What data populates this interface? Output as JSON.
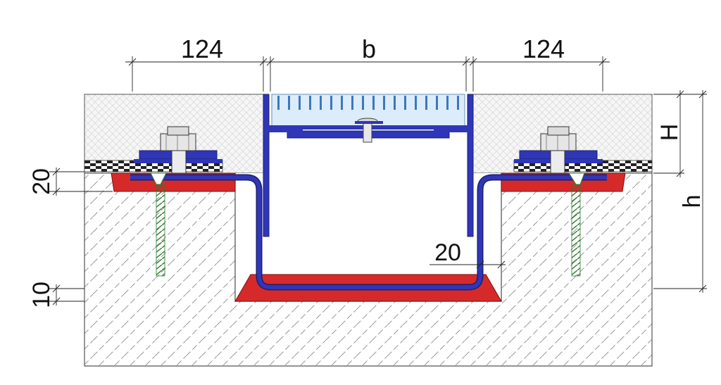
{
  "dimensions": {
    "top_left": "124",
    "top_center": "b",
    "top_right": "124",
    "right_upper": "H",
    "right_full": "h",
    "left_upper": "20",
    "left_lower": "10",
    "inner_bottom": "20"
  },
  "colors": {
    "channel": "#2b2f9c",
    "grout": "#d62a2a",
    "grille": "#9fc6ea",
    "concrete_hatch": "#8a8a8a",
    "screed_fill": "#f4f4f4",
    "dim_line": "#222222"
  }
}
